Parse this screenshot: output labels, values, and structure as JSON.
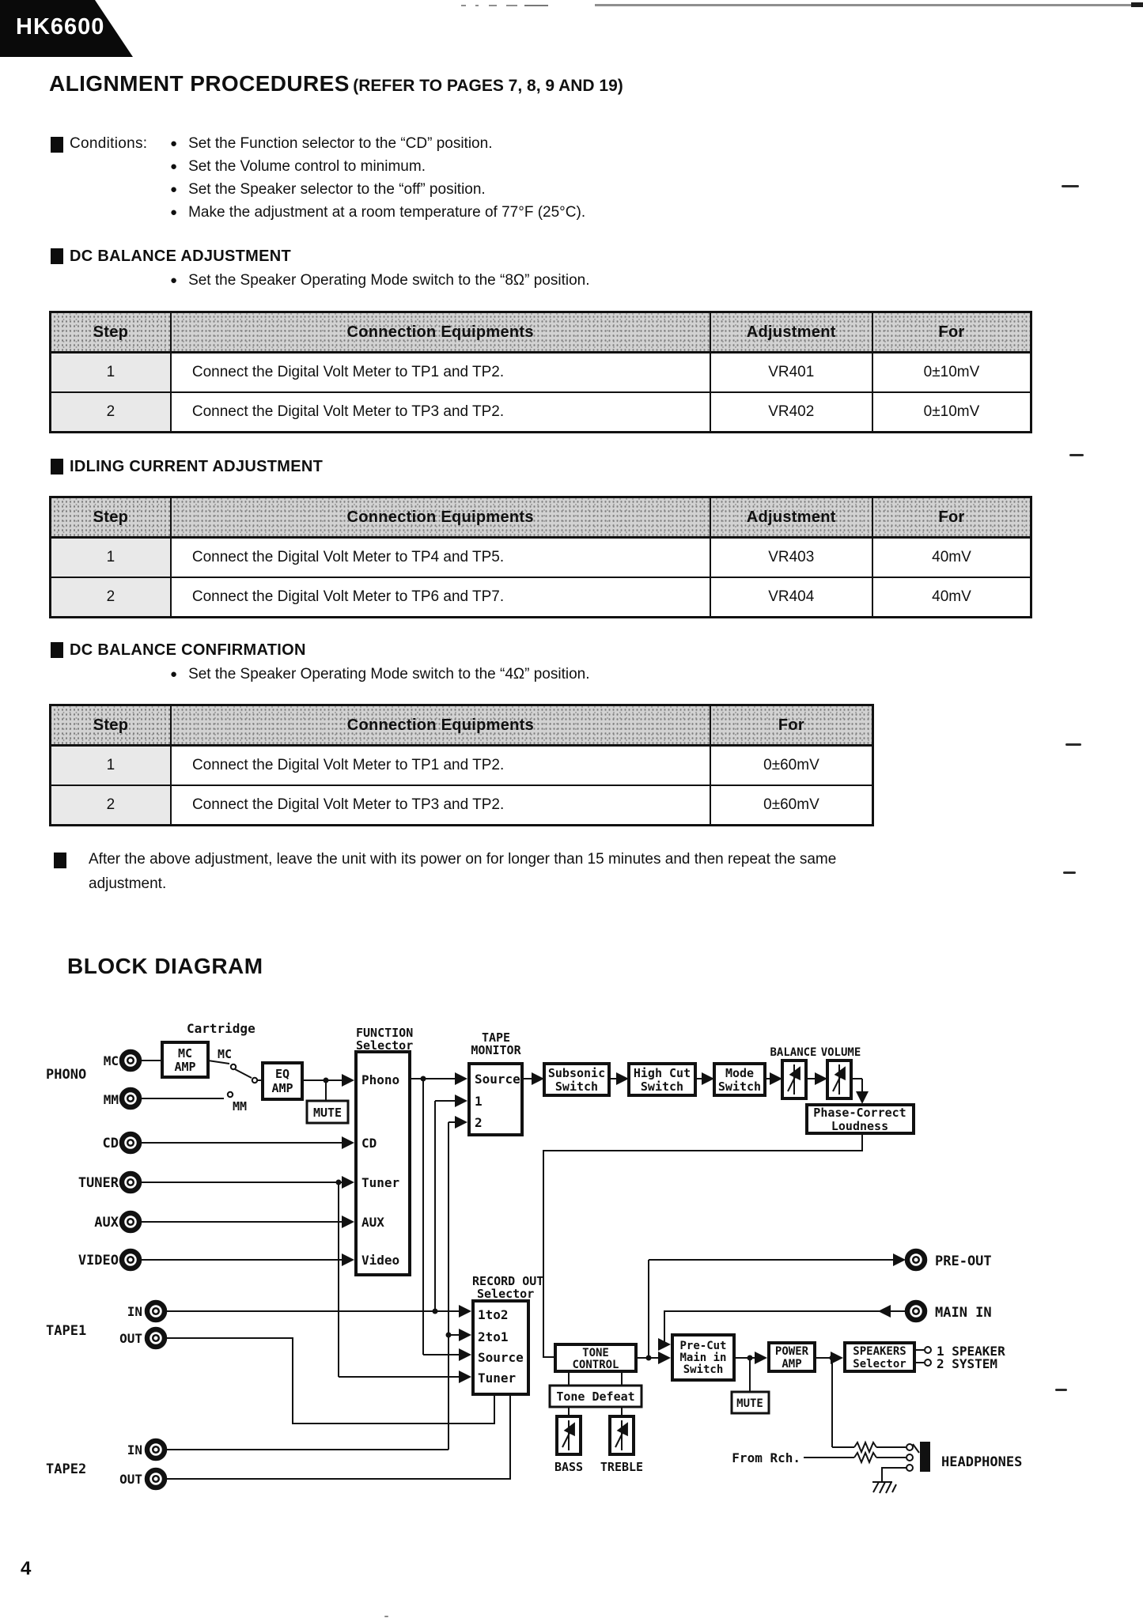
{
  "glyphs": {
    "bullet": "●"
  },
  "header": {
    "model": "HK6600"
  },
  "title": {
    "main": "ALIGNMENT PROCEDURES",
    "suffix": "(REFER TO PAGES 7, 8, 9 AND 19)"
  },
  "conditions": {
    "label": "Conditions:",
    "items": [
      "Set the Function selector to the “CD” position.",
      "Set the Volume control to minimum.",
      "Set the Speaker selector to the “off” position.",
      "Make the adjustment at a room temperature of 77°F (25°C)."
    ]
  },
  "sections": {
    "dc_balance_adjustment": {
      "heading": "DC BALANCE ADJUSTMENT",
      "instruction": "Set the Speaker Operating Mode switch to the “8Ω” position."
    },
    "idling_current": {
      "heading": "IDLING CURRENT ADJUSTMENT"
    },
    "dc_balance_confirmation": {
      "heading": "DC BALANCE CONFIRMATION",
      "instruction": "Set the Speaker Operating Mode switch to the “4Ω” position."
    }
  },
  "tables": {
    "dc_balance": {
      "headers": [
        "Step",
        "Connection Equipments",
        "Adjustment",
        "For"
      ],
      "rows": [
        [
          "1",
          "Connect the Digital Volt Meter to TP1 and TP2.",
          "VR401",
          "0±10mV"
        ],
        [
          "2",
          "Connect the Digital Volt Meter to TP3 and TP2.",
          "VR402",
          "0±10mV"
        ]
      ]
    },
    "idling": {
      "headers": [
        "Step",
        "Connection Equipments",
        "Adjustment",
        "For"
      ],
      "rows": [
        [
          "1",
          "Connect the Digital Volt Meter to TP4 and TP5.",
          "VR403",
          "40mV"
        ],
        [
          "2",
          "Connect the Digital Volt Meter to TP6 and TP7.",
          "VR404",
          "40mV"
        ]
      ]
    },
    "confirmation": {
      "headers": [
        "Step",
        "Connection Equipments",
        "For"
      ],
      "rows": [
        [
          "1",
          "Connect the Digital Volt Meter to TP1 and TP2.",
          "0±60mV"
        ],
        [
          "2",
          "Connect the Digital Volt Meter to TP3 and TP2.",
          "0±60mV"
        ]
      ]
    }
  },
  "note": {
    "line1": "After the above adjustment, leave the unit with its power on for longer than 15 minutes and then repeat the same",
    "line2": "adjustment."
  },
  "block_diagram": {
    "heading": "BLOCK DIAGRAM",
    "labels": {
      "cartridge": "Cartridge",
      "phono": "PHONO",
      "mc": "MC",
      "mm": "MM",
      "sw_mc": "MC",
      "sw_mm": "MM",
      "cd": "CD",
      "tuner": "TUNER",
      "aux": "AUX",
      "video": "VIDEO",
      "tape1": "TAPE1",
      "tape1_in": "IN",
      "tape1_out": "OUT",
      "tape2": "TAPE2",
      "tape2_in": "IN",
      "tape2_out": "OUT",
      "balance": "BALANCE",
      "volume": "VOLUME",
      "bass": "BASS",
      "treble": "TREBLE",
      "pre_out": "PRE-OUT",
      "main_in": "MAIN IN",
      "speaker1": "1 SPEAKER",
      "speaker2": "2 SYSTEM",
      "from_rch": "From Rch.",
      "headphones": "HEADPHONES"
    },
    "boxes": {
      "mc_amp": [
        "MC",
        "AMP"
      ],
      "eq_amp": [
        "EQ",
        "AMP"
      ],
      "mute_pre": "MUTE",
      "function_selector": [
        "FUNCTION",
        "Selector"
      ],
      "function_items": [
        "Phono",
        "CD",
        "Tuner",
        "AUX",
        "Video"
      ],
      "tape_monitor": [
        "TAPE",
        "MONITOR"
      ],
      "tape_monitor_items": [
        "Source",
        "1",
        "2"
      ],
      "subsonic": [
        "Subsonic",
        "Switch"
      ],
      "high_cut": [
        "High Cut",
        "Switch"
      ],
      "mode": [
        "Mode",
        "Switch"
      ],
      "phase_correct": [
        "Phase-Correct",
        "Loudness"
      ],
      "record_out": [
        "RECORD OUT",
        "Selector"
      ],
      "record_out_items": [
        "1to2",
        "2to1",
        "Source",
        "Tuner"
      ],
      "tone_control": [
        "TONE",
        "CONTROL"
      ],
      "tone_defeat": "Tone Defeat",
      "pre_cut": [
        "Pre-Cut",
        "Main in",
        "Switch"
      ],
      "power_amp": [
        "POWER",
        "AMP"
      ],
      "mute_main": "MUTE",
      "speakers_selector": [
        "SPEAKERS",
        "Selector"
      ]
    }
  },
  "page_number": "4"
}
